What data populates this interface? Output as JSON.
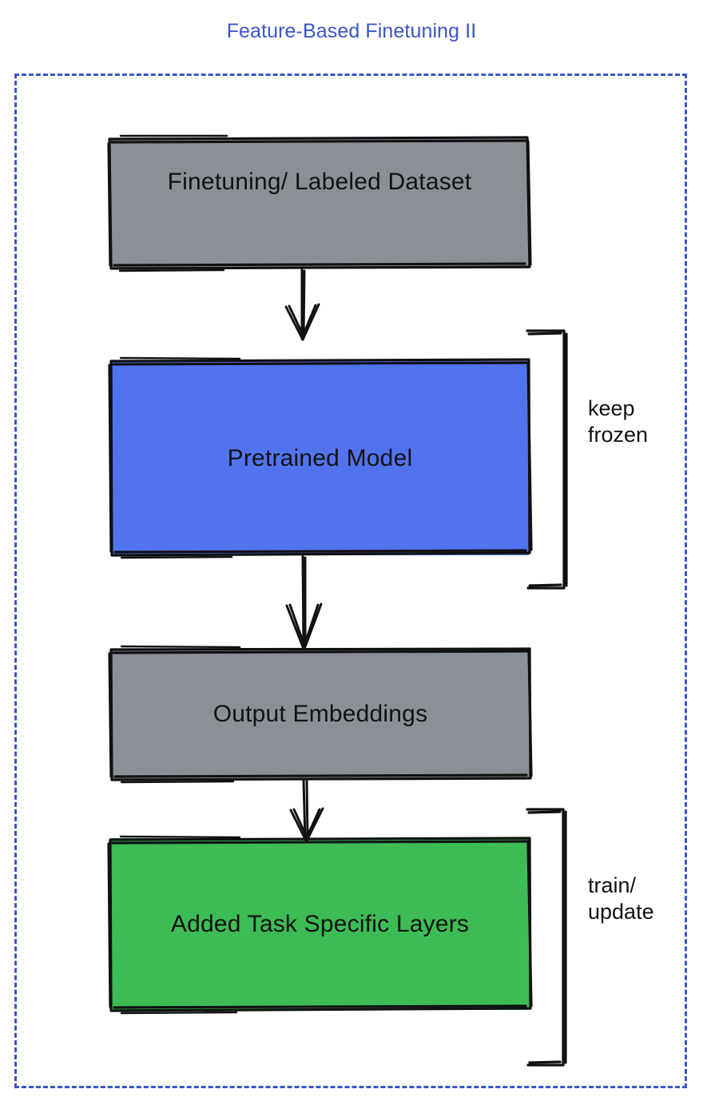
{
  "title": "Feature-Based Finetuning II",
  "theme": {
    "title_color": "#3b55c8",
    "frame_border_color": "#3b55c8",
    "stroke_color": "#111111",
    "background": "#ffffff",
    "gray_fill": "#8b9097",
    "blue_fill": "#5273ee",
    "green_fill": "#3dbb55",
    "text_color": "#121212"
  },
  "nodes": [
    {
      "id": "dataset",
      "label": "Finetuning/ Labeled Dataset",
      "fill": "#8b9097"
    },
    {
      "id": "pretrained",
      "label": "Pretrained Model",
      "fill": "#5273ee"
    },
    {
      "id": "embeddings",
      "label": "Output Embeddings",
      "fill": "#8b9097"
    },
    {
      "id": "tasklayers",
      "label": "Added Task Specific Layers",
      "fill": "#3dbb55"
    }
  ],
  "annotations": [
    {
      "id": "keep-frozen",
      "label": "keep\nfrozen",
      "targets": "pretrained"
    },
    {
      "id": "train-update",
      "label": "train/\nupdate",
      "targets": "tasklayers"
    }
  ],
  "edges": [
    {
      "from": "dataset",
      "to": "pretrained",
      "style": "arrow"
    },
    {
      "from": "pretrained",
      "to": "embeddings",
      "style": "arrow"
    },
    {
      "from": "embeddings",
      "to": "tasklayers",
      "style": "arrow"
    }
  ]
}
